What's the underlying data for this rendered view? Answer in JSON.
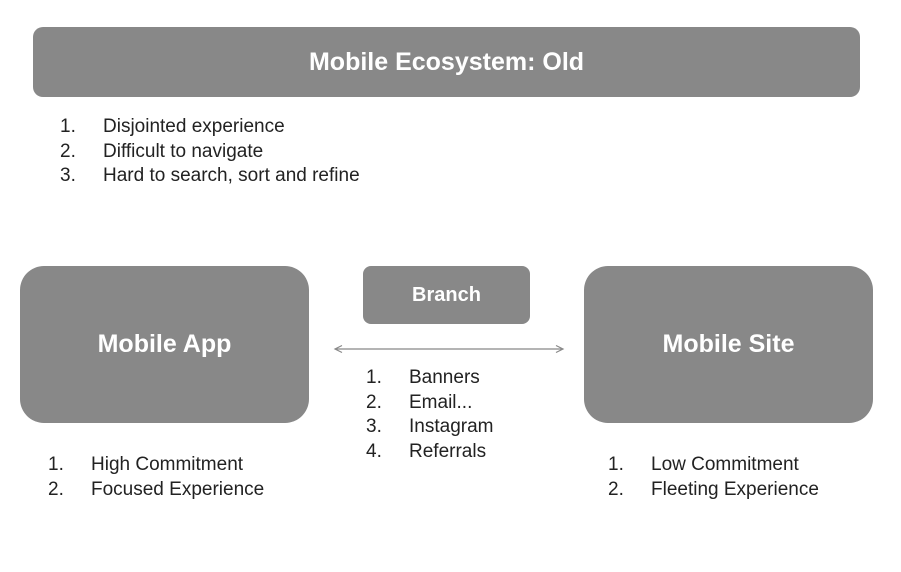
{
  "title": "Mobile Ecosystem: Old",
  "old_issues": [
    {
      "num": "1.",
      "text": "Disjointed experience"
    },
    {
      "num": "2.",
      "text": "Difficult to navigate"
    },
    {
      "num": "3.",
      "text": "Hard to search, sort and refine"
    }
  ],
  "mobile_app": {
    "label": "Mobile App",
    "items": [
      {
        "num": "1.",
        "text": "High Commitment"
      },
      {
        "num": "2.",
        "text": "Focused Experience"
      }
    ]
  },
  "branch": {
    "label": "Branch",
    "items": [
      {
        "num": "1.",
        "text": "Banners"
      },
      {
        "num": "2.",
        "text": "Email..."
      },
      {
        "num": "3.",
        "text": "Instagram"
      },
      {
        "num": "4.",
        "text": "Referrals"
      }
    ]
  },
  "mobile_site": {
    "label": "Mobile Site",
    "items": [
      {
        "num": "1.",
        "text": "Low Commitment"
      },
      {
        "num": "2.",
        "text": "Fleeting Experience"
      }
    ]
  },
  "colors": {
    "box_fill": "#888888",
    "box_text": "#ffffff",
    "body_text": "#222222",
    "arrow": "#888888"
  }
}
